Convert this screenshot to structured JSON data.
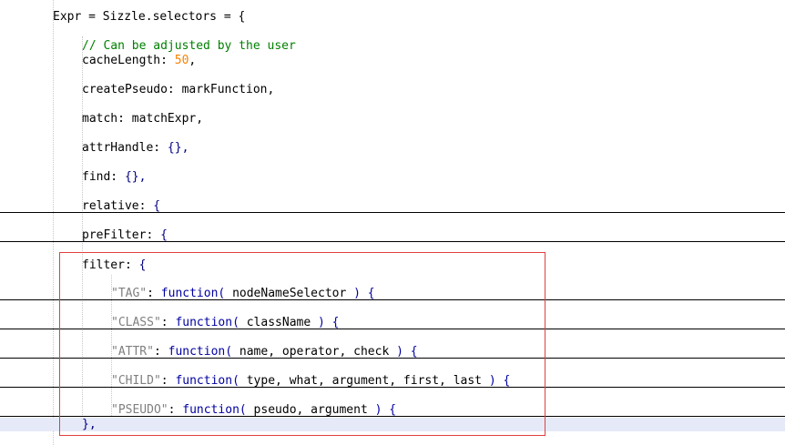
{
  "code": {
    "line_expr": "Expr = Sizzle.selectors = {",
    "line_comment": "// Can be adjusted by the user",
    "line_cache_key": "cacheLength: ",
    "line_cache_value": "50",
    "line_cache_end": ",",
    "line_create_pseudo": "createPseudo: markFunction,",
    "line_match": "match: matchExpr,",
    "line_attr_handle_key": "attrHandle: ",
    "line_attr_handle_val": "{},",
    "line_find_key": "find: ",
    "line_find_val": "{},",
    "line_relative_key": "relative: ",
    "line_relative_brace": "{",
    "line_prefilter_key": "preFilter: ",
    "line_prefilter_brace": "{",
    "line_filter_key": "filter: ",
    "line_filter_brace": "{",
    "tag_str": "\"TAG\"",
    "tag_colon": ": ",
    "tag_kw": "function(",
    "tag_args": " nodeNameSelector ",
    "tag_end": ") {",
    "class_str": "\"CLASS\"",
    "class_colon": ": ",
    "class_kw": "function(",
    "class_args": " className ",
    "class_end": ") {",
    "attr_str": "\"ATTR\"",
    "attr_colon": ": ",
    "attr_kw": "function(",
    "attr_args": " name, operator, check ",
    "attr_end": ") {",
    "child_str": "\"CHILD\"",
    "child_colon": ": ",
    "child_kw": "function(",
    "child_args": " type, what, argument, first, last ",
    "child_end": ") {",
    "pseudo_str": "\"PSEUDO\"",
    "pseudo_colon": ": ",
    "pseudo_kw": "function(",
    "pseudo_args": " pseudo, argument ",
    "pseudo_end": ") {",
    "line_close": "},"
  },
  "colors": {
    "comment": "#008000",
    "number": "#ff8000",
    "string": "#808080",
    "keyword": "#0000a0",
    "highlight_border": "#e04040",
    "current_line": "#e6eaf8"
  }
}
